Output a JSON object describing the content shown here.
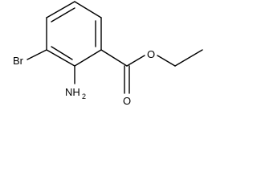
{
  "molecule": {
    "atoms": {
      "bromine": "Br",
      "amine": {
        "symbol": "NH",
        "subscript": "2"
      },
      "carbonyl_oxygen": "O",
      "ester_oxygen": "O"
    },
    "bond_color": "#000000",
    "label_color": "#000000"
  }
}
